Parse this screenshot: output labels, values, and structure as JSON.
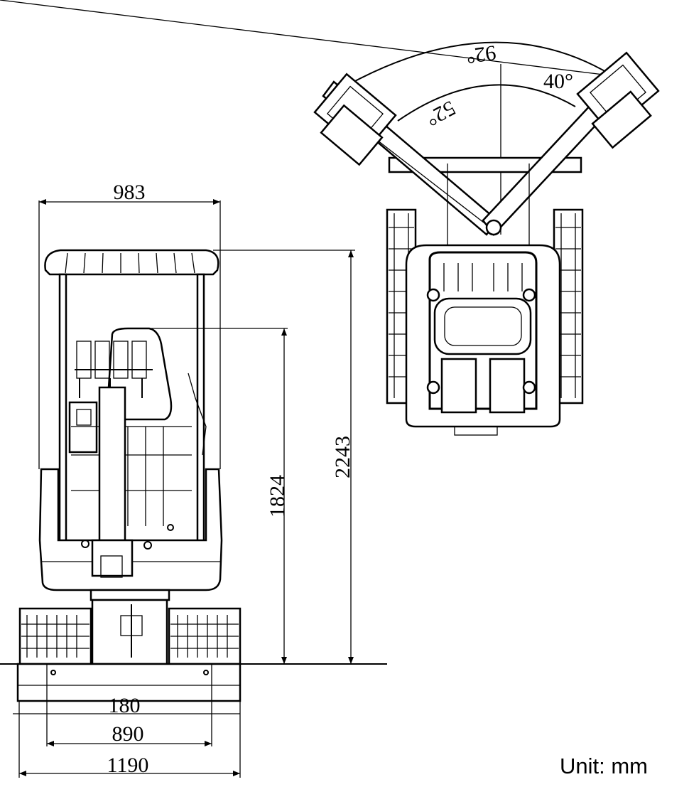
{
  "front_view": {
    "dimensions": {
      "overall_width": "983",
      "total_height": "2243",
      "seat_height": "1824",
      "ground_clearance": "180",
      "track_gauge": "890",
      "track_width": "1190"
    }
  },
  "top_view": {
    "angles": {
      "boom_swing_left": "92°",
      "boom_swing_left_inner": "52°",
      "boom_swing_right": "40°"
    }
  },
  "unit_label": "Unit: mm",
  "colors": {
    "line": "#000000",
    "background": "#ffffff"
  }
}
